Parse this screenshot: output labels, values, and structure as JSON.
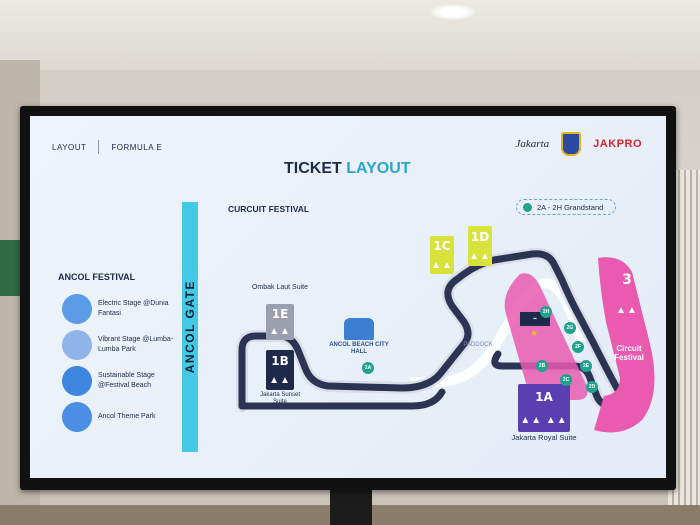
{
  "header": {
    "nav_layout": "LAYOUT",
    "nav_formula": "FORMULA E",
    "logo_jakarta": "Jakarta",
    "logo_jakpro": "JAKPRO"
  },
  "title": {
    "part1": "TICKET",
    "part2": "LAYOUT"
  },
  "gate": {
    "label": "ANCOL GATE"
  },
  "left_panel": {
    "heading": "ANCOL FESTIVAL",
    "items": [
      {
        "label": "Electric Stage @Dunia Fantasi",
        "color": "#5c9be6"
      },
      {
        "label": "Vibrant Stage @Lumba-Lumba Park",
        "color": "#8fb4ea"
      },
      {
        "label": "Sustainable Stage @Festival Beach",
        "color": "#3f86e0"
      },
      {
        "label": "Ancol Theme Park",
        "color": "#4a8fe3"
      }
    ]
  },
  "map": {
    "section_title": "CURCUIT FESTIVAL",
    "grandstand_legend": "2A - 2H Grandstand",
    "stands": {
      "s1E": {
        "code": "1E",
        "caption": "Ombak Laut Suite"
      },
      "s1B": {
        "code": "1B",
        "caption": "Jakarta Sunset Suite"
      },
      "s1C": {
        "code": "1C"
      },
      "s1D": {
        "code": "1D"
      },
      "s1A": {
        "code": "1A",
        "caption": "Jakarta Royal Suite"
      },
      "s3": {
        "code": "3",
        "caption": "Circuit Festival"
      }
    },
    "city_hall": "ANCOL BEACH CITY HALL",
    "paddock": "PADDOCK",
    "grandstand_tags": [
      "2H",
      "2G",
      "2F",
      "2E",
      "2D",
      "2C",
      "2B",
      "2A"
    ]
  },
  "colors": {
    "dark_navy": "#1d2a4a",
    "accent_cyan": "#2aa6c6",
    "gate": "#43c8e6",
    "pink": "#e95ab0",
    "suite_purple": "#5a3fb0",
    "suite_yellow": "#d8e23a",
    "suite_gray": "#9b9fb0",
    "suite_navy": "#1d2a4a",
    "grandstand_teal": "#1fa38e",
    "jakpro_red": "#d8262f"
  },
  "icons": [
    "badge-icon",
    "crowd-icon",
    "city-hall-icon",
    "star-icon"
  ]
}
